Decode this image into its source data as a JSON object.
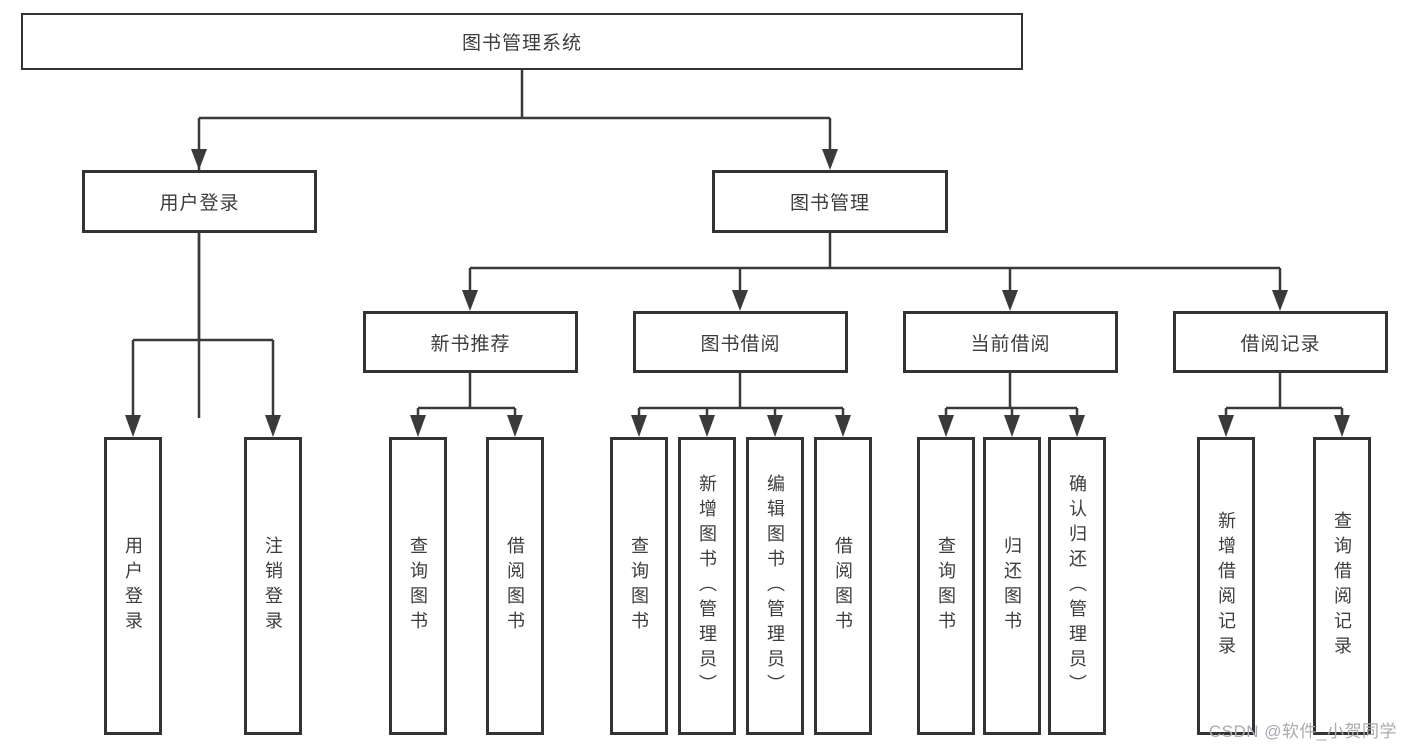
{
  "tree": {
    "root": "图书管理系统",
    "level2": [
      {
        "label": "用户登录",
        "leaves": [
          "用户登录",
          "注销登录"
        ]
      },
      {
        "label": "图书管理",
        "sections": [
          {
            "label": "新书推荐",
            "leaves": [
              "查询图书",
              "借阅图书"
            ]
          },
          {
            "label": "图书借阅",
            "leaves": [
              "查询图书",
              "新增图书（管理员）",
              "编辑图书（管理员）",
              "借阅图书"
            ]
          },
          {
            "label": "当前借阅",
            "leaves": [
              "查询图书",
              "归还图书",
              "确认归还（管理员）"
            ]
          },
          {
            "label": "借阅记录",
            "leaves": [
              "新增借阅记录",
              "查询借阅记录"
            ]
          }
        ]
      }
    ]
  },
  "watermark": {
    "text": "CSDN @软件_小贺同学"
  },
  "colors": {
    "line": "#3a3a3a",
    "border": "#333333",
    "text": "#3d3d3d",
    "watermark": "#a8abaf",
    "background": "#ffffff"
  }
}
